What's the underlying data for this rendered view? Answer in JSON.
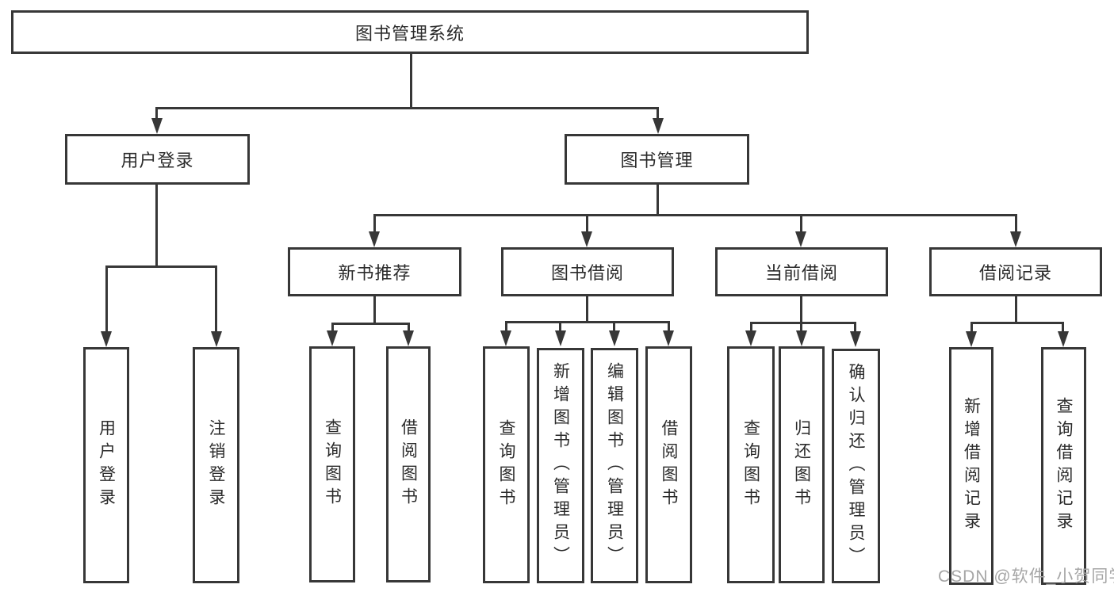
{
  "diagram": {
    "title": "图书管理系统",
    "colors": {
      "line": "#373737",
      "text": "#2b2b2b",
      "background": "#ffffff",
      "watermark": "#a6a6a6"
    },
    "nodes": {
      "root": "图书管理系统",
      "user_login": "用户登录",
      "book_mgmt": "图书管理",
      "new_book": "新书推荐",
      "borrow": "图书借阅",
      "current": "当前借阅",
      "record": "借阅记录",
      "leaf_user_login": "用户登录",
      "leaf_logout": "注销登录",
      "nb_query": "查询图书",
      "nb_borrow": "借阅图书",
      "bb_query": "查询图书",
      "bb_add": "新增图书（管理员）",
      "bb_edit": "编辑图书（管理员）",
      "bb_borrow": "借阅图书",
      "cb_query": "查询图书",
      "cb_return": "归还图书",
      "cb_confirm": "确认归还（管理员）",
      "br_add": "新增借阅记录",
      "br_query": "查询借阅记录"
    },
    "watermark": "CSDN @软件_小贺同学"
  }
}
